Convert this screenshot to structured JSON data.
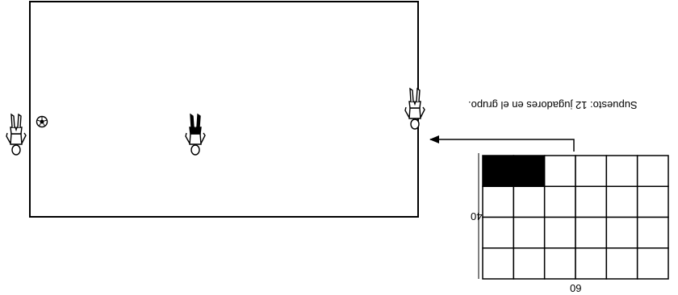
{
  "caption": "Supuesto: 12 jugadores en el grupo.",
  "grid": {
    "rows": 4,
    "cols": 6,
    "filled_cells": [
      [
        0,
        0
      ],
      [
        0,
        1
      ]
    ],
    "width_label": "60",
    "height_label": "40"
  },
  "colors": {
    "line": "#000000",
    "fill": "#000000",
    "background": "#ffffff"
  },
  "icons": [
    "player-icon",
    "player-icon",
    "player-icon",
    "ball-icon"
  ]
}
